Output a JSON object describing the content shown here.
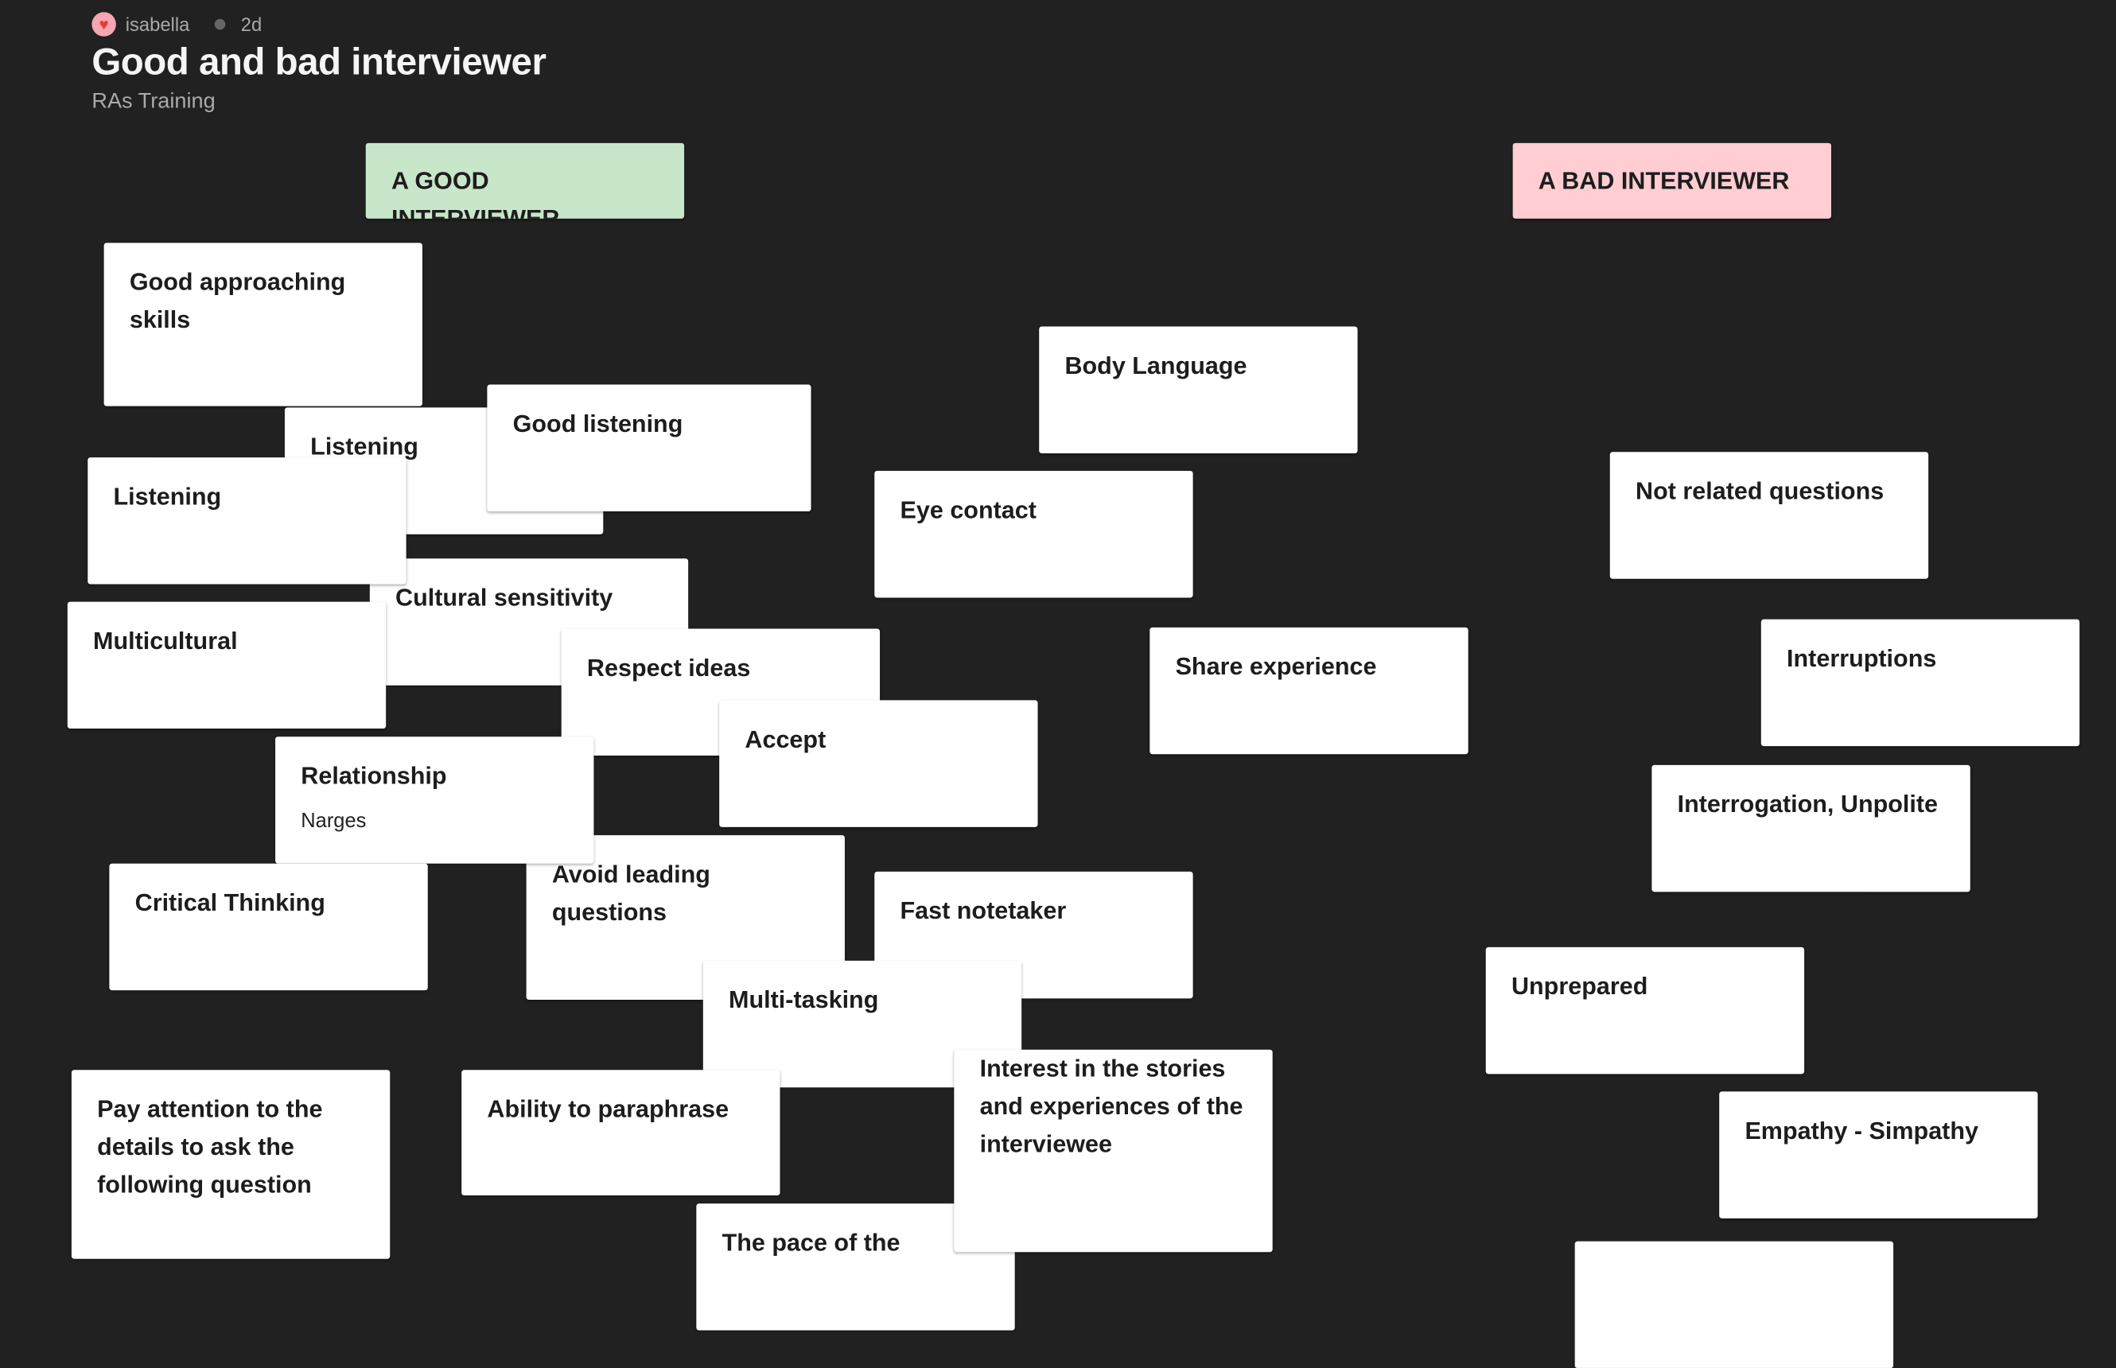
{
  "header": {
    "author": "isabella",
    "age": "2d",
    "title": "Good and bad interviewer",
    "subtitle": "RAs Training"
  },
  "colors": {
    "good": "#c8e6c9",
    "bad": "#ffcdd2",
    "background": "#212121"
  },
  "columns": {
    "good": "A GOOD INTERVIEWER",
    "bad": "A BAD INTERVIEWER"
  },
  "cards": {
    "good_approaching": "Good approaching skills",
    "listening_back": "Listening",
    "good_listening": "Good listening",
    "listening_front": "Listening",
    "cultural": "Cultural sensitivity",
    "multicultural": "Multicultural",
    "respect": "Respect ideas",
    "accept": "Accept",
    "relationship": "Relationship",
    "relationship_author": "Narges",
    "critical": "Critical Thinking",
    "avoid": "Avoid leading questions",
    "notetaker": "Fast notetaker",
    "multitasking": "Multi-tasking",
    "pay_attention": "Pay attention to the details to ask the following question",
    "paraphrase": "Ability to paraphrase",
    "pace": "The pace of the",
    "interest": "Interest in the stories and experiences of the interviewee",
    "body_language": "Body Language",
    "eye_contact": "Eye contact",
    "share": "Share experience",
    "not_related": "Not related questions",
    "interruptions": "Interruptions",
    "interrogation": "Interrogation, Unpolite",
    "unprepared": "Unprepared",
    "empathy": "Empathy - Simpathy"
  }
}
